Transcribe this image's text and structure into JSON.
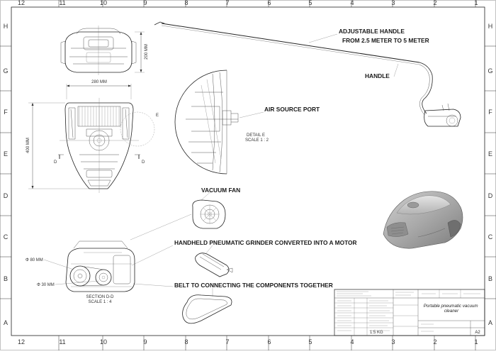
{
  "border": {
    "top_numbers": [
      "12",
      "11",
      "10",
      "9",
      "8",
      "7",
      "6",
      "5",
      "4",
      "3",
      "2",
      "1"
    ],
    "bottom_numbers": [
      "12",
      "11",
      "10",
      "9",
      "8",
      "7",
      "6",
      "5",
      "4",
      "3",
      "2",
      "1"
    ],
    "left_letters": [
      "H",
      "G",
      "F",
      "E",
      "D",
      "C",
      "B",
      "A"
    ],
    "right_letters": [
      "H",
      "G",
      "F",
      "E",
      "D",
      "C",
      "B",
      "A"
    ]
  },
  "labels": {
    "handle_title": "ADJUSTABLE HANDLE",
    "handle_range": "FROM 2.5 METER TO 5 METER",
    "handle": "HANDLE",
    "air_port": "AIR SOURCE PORT",
    "vacuum_fan": "VACUUM FAN",
    "grinder": "HANDHELD PNEUMATIC GRINDER CONVERTED INTO A MOTOR",
    "belt": "BELT TO CONNECTING THE COMPONENTS TOGETHER"
  },
  "dimensions": {
    "height_top": "200 MM",
    "width": "280 MM",
    "height_front": "400 MM",
    "dia_large": "Φ 80 MM",
    "dia_small": "Φ 30 MM"
  },
  "views": {
    "detail_name": "DETAIL E",
    "detail_scale": "SCALE 1 : 2",
    "section_name": "SECTION D-D",
    "section_scale": "SCALE 1 : 4",
    "section_mark": "D",
    "detail_mark": "E"
  },
  "title_block": {
    "title": "Portable pneumatic vacuum cleaner",
    "scale": "1:5 KG",
    "size": "A2"
  }
}
